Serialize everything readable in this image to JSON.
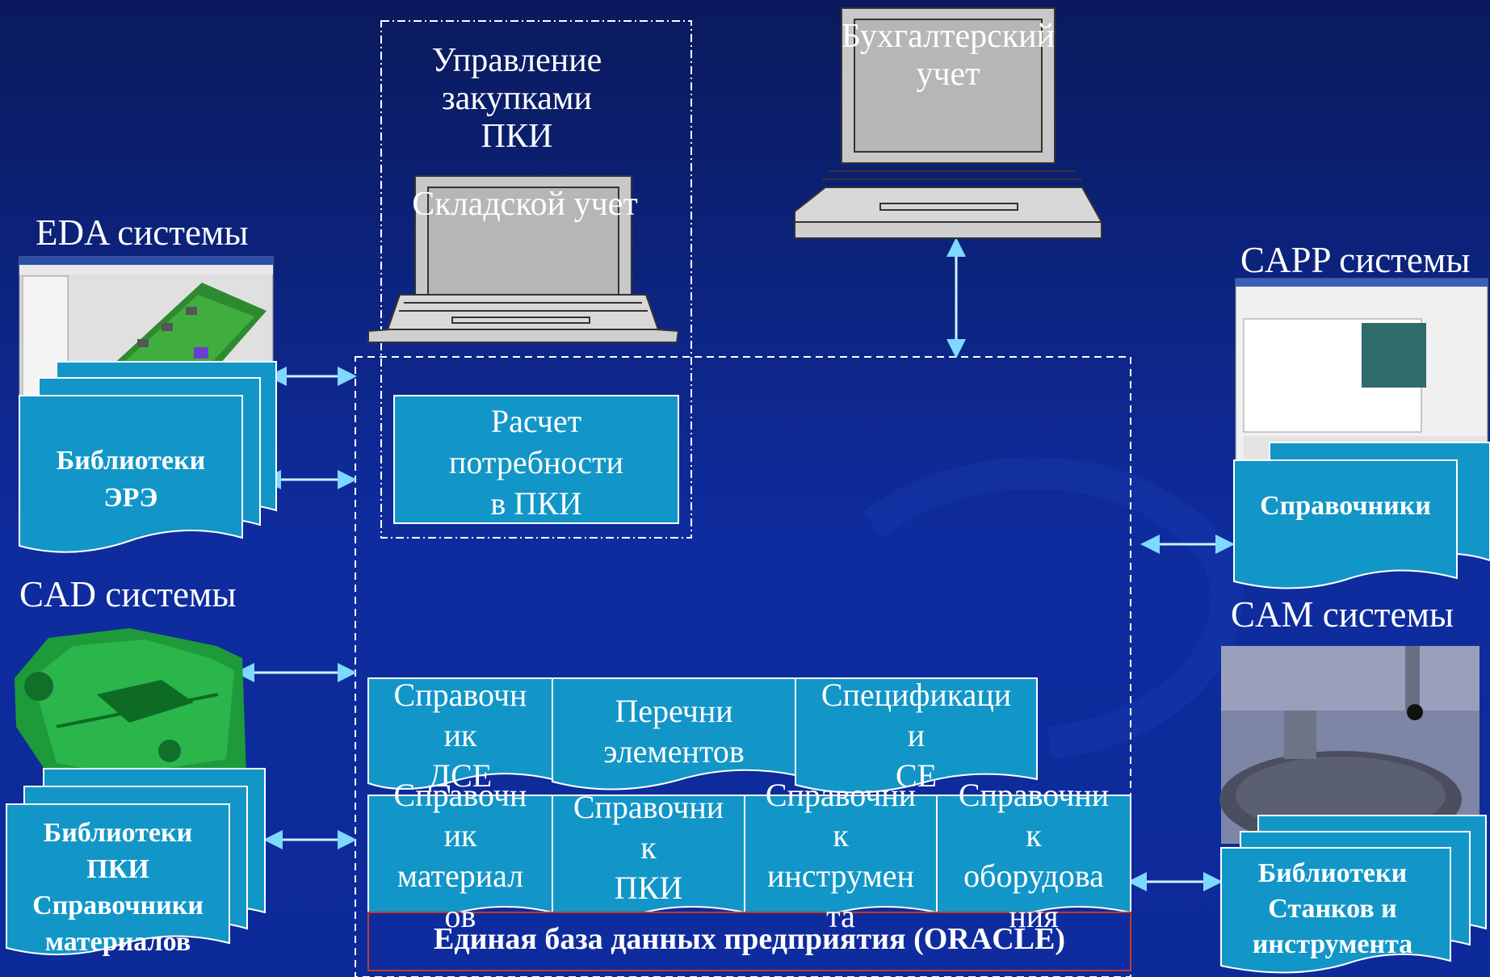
{
  "systems": {
    "eda": "EDA системы",
    "cad": "CAD системы",
    "capp": "CAPP системы",
    "cam": "CAM системы"
  },
  "laptops": {
    "purchasing": [
      "Управление",
      "закупками",
      "ПКИ"
    ],
    "warehouse": "Складской учет",
    "accounting": [
      "Бухгалтерский",
      "учет"
    ]
  },
  "calc_box": [
    "Расчет",
    "потребности",
    "в ПКИ"
  ],
  "libraries": {
    "ere": [
      "Библиотеки",
      "ЭРЭ"
    ],
    "pki": [
      "Библиотеки",
      "ПКИ",
      "Справочники",
      "материалов"
    ],
    "capp_ref": "Справочники",
    "machines": [
      "Библиотеки",
      "Станков и",
      "инструмента"
    ]
  },
  "db_docs_top": {
    "dse": [
      "Справочн",
      "ик",
      "ДСЕ"
    ],
    "elements": [
      "Перечни",
      "элементов"
    ],
    "spec": [
      "Спецификаци",
      "и",
      "СЕ"
    ]
  },
  "db_docs_bottom": {
    "materials": [
      "Справочн",
      "ик",
      "материал",
      "ов"
    ],
    "pki": [
      "Справочни",
      "к",
      "ПКИ"
    ],
    "tools": [
      "Справочни",
      "к",
      "инструмен",
      "та"
    ],
    "equipment": [
      "Справочни",
      "к",
      "оборудова",
      "ния"
    ]
  },
  "database": "Единая база данных предприятия (ORACLE)",
  "colors": {
    "background": "#0f2c9e",
    "doc_fill": "#1296c8",
    "db_border": "#c0392b",
    "cad_green": "#1f9a3a"
  }
}
